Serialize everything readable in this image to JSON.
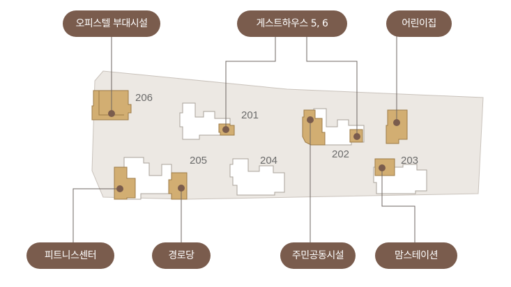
{
  "colors": {
    "site": "#ece8e3",
    "site_outline": "#c9c2bb",
    "building_fill": "#ffffff",
    "building_outline": "#a9a29a",
    "facility_fill": "#d2ae72",
    "facility_outline": "#9c7a45",
    "pill": "#7a5c4d",
    "pill_text": "#ffffff",
    "leader_line": "#6d6560",
    "marker_dot": "#7a5c4d",
    "number_text": "#6a6a6a"
  },
  "labels": {
    "office": "오피스텔 부대시설",
    "guest_house": "게스트하우스 5, 6",
    "daycare": "어린이집",
    "fitness": "피트니스센터",
    "senior_center": "경로당",
    "community": "주민공동시설",
    "moms_station": "맘스테이션"
  },
  "buildings": {
    "b206": "206",
    "b201": "201",
    "b202": "202",
    "b203": "203",
    "b204": "204",
    "b205": "205"
  }
}
